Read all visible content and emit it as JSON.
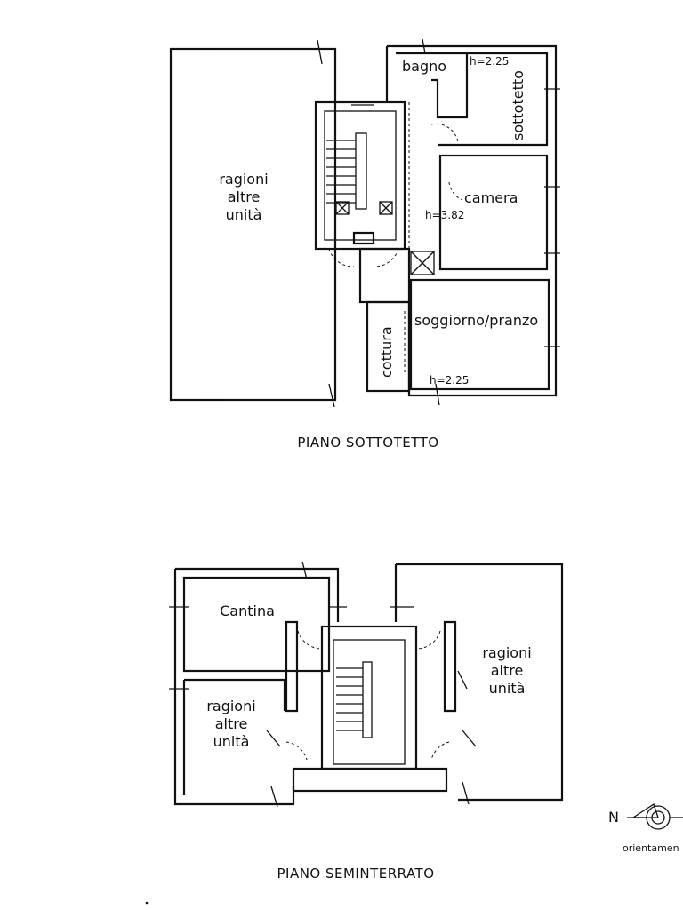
{
  "upper_plan": {
    "title": "PIANO SOTTOTETTO",
    "rooms": {
      "left_line1": "ragioni",
      "left_line2": "altre",
      "left_line3": "unità",
      "bagno": "bagno",
      "sottotetto": "sottotetto",
      "camera": "camera",
      "soggiorno": "soggiorno/pranzo",
      "cottura": "cottura"
    },
    "heights": {
      "top": "h=2.25",
      "mid": "h=3.82",
      "bottom": "h=2.25"
    }
  },
  "lower_plan": {
    "title": "PIANO SEMINTERRATO",
    "rooms": {
      "cantina": "Cantina",
      "left_line1": "ragioni",
      "left_line2": "altre",
      "left_line3": "unità",
      "right_line1": "ragioni",
      "right_line2": "altre",
      "right_line3": "unità"
    }
  },
  "compass": {
    "north": "N",
    "caption": "orientamen"
  }
}
